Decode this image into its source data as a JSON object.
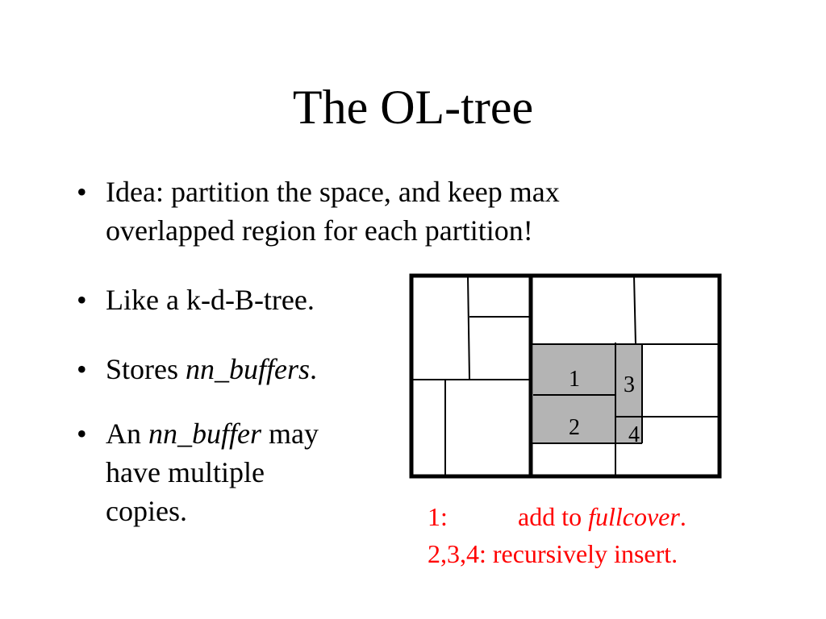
{
  "slide": {
    "title": "The OL-tree",
    "bullets": [
      {
        "symbol": "•",
        "line1": "Idea: partition the space, and keep max",
        "line2": "overlapped region for each partition!"
      },
      {
        "symbol": "•",
        "text": "Like a k-d-B-tree."
      },
      {
        "symbol": "•",
        "prefix": "Stores ",
        "emphasis": "nn_buffers",
        "suffix": "."
      },
      {
        "symbol": "•",
        "prefix": "An ",
        "emphasis": "nn_buffer",
        "suffix": " may",
        "line2": "have multiple",
        "line3": "copies."
      }
    ]
  },
  "diagram": {
    "region_labels": [
      "1",
      "3",
      "2",
      "4"
    ],
    "shade_color": "#b4b4b4",
    "line_color": "#000000"
  },
  "caption": {
    "line1_label": "1:",
    "line1_text": "add to ",
    "line1_emphasis": "fullcover",
    "line1_suffix": ".",
    "line2": "2,3,4: recursively insert.",
    "color": "#ff0000"
  }
}
